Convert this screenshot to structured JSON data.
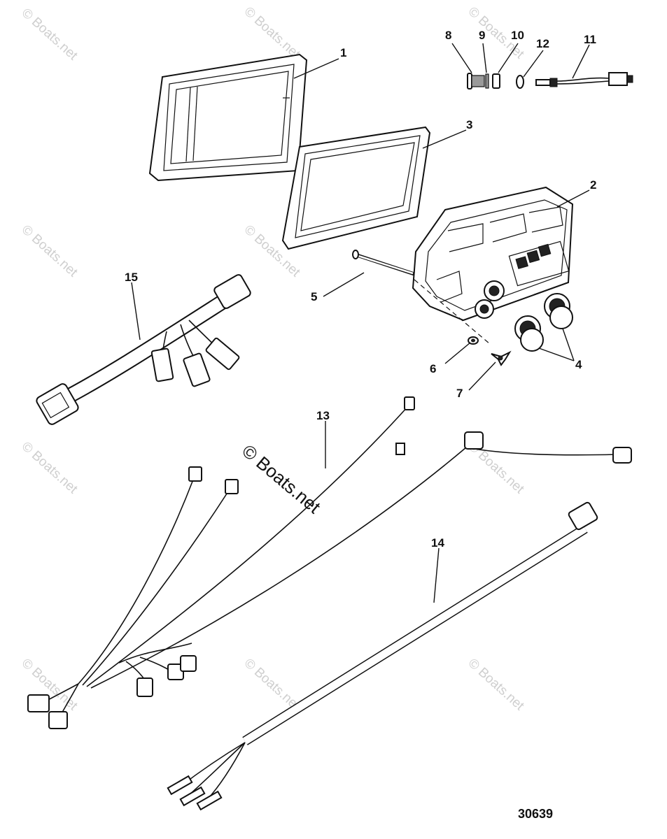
{
  "diagram": {
    "figure_number": "30639",
    "center_watermark": "© Boats.net",
    "watermark_text": "© Boats.net",
    "callouts": [
      {
        "id": "c1",
        "text": "1"
      },
      {
        "id": "c2",
        "text": "2"
      },
      {
        "id": "c3",
        "text": "3"
      },
      {
        "id": "c4",
        "text": "4"
      },
      {
        "id": "c5",
        "text": "5"
      },
      {
        "id": "c6",
        "text": "6"
      },
      {
        "id": "c7",
        "text": "7"
      },
      {
        "id": "c8",
        "text": "8"
      },
      {
        "id": "c9",
        "text": "9"
      },
      {
        "id": "c10",
        "text": "10"
      },
      {
        "id": "c11",
        "text": "11"
      },
      {
        "id": "c12",
        "text": "12"
      },
      {
        "id": "c13",
        "text": "13"
      },
      {
        "id": "c14",
        "text": "14"
      },
      {
        "id": "c15",
        "text": "15"
      }
    ]
  }
}
